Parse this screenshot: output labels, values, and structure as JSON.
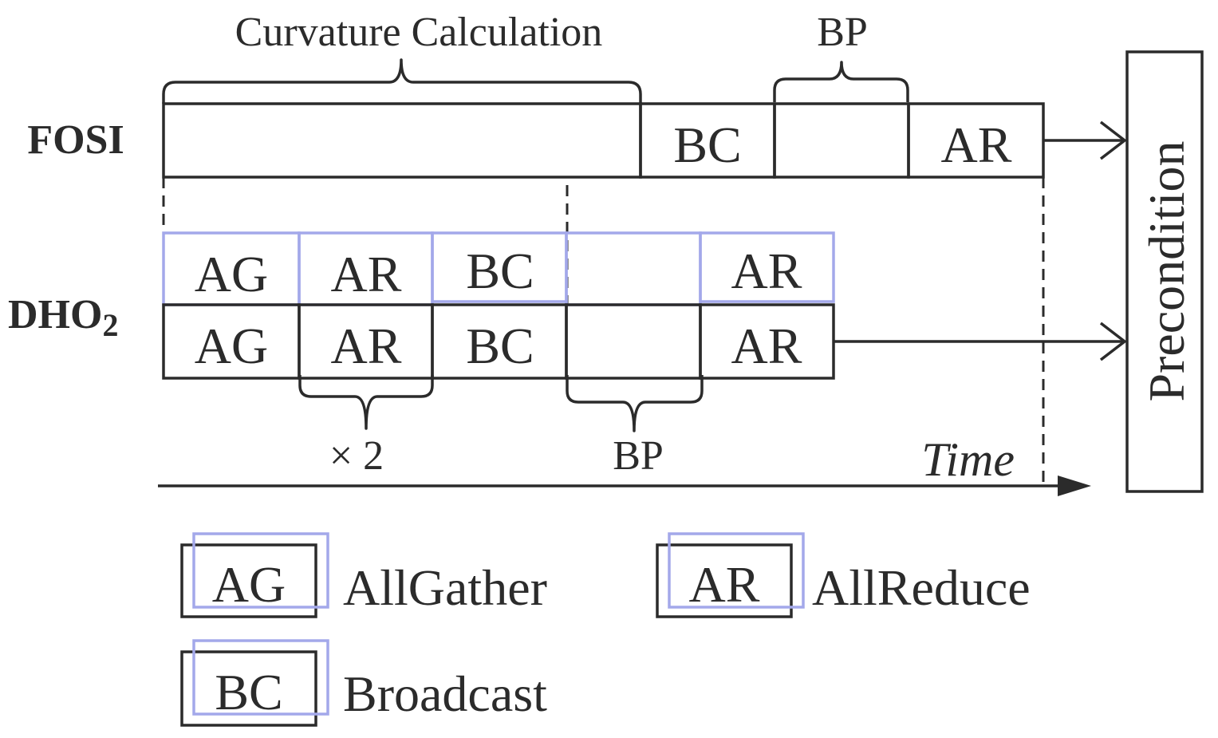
{
  "labels": {
    "curvature": "Curvature Calculation",
    "bp_top": "BP",
    "bp_bottom": "BP",
    "times2": "× 2",
    "time": "Time",
    "precondition": "Precondition"
  },
  "rows": {
    "fosi": {
      "name": "FOSI",
      "blocks": [
        "",
        "BC",
        "",
        "AR"
      ]
    },
    "dho2": {
      "name_main": "DHO",
      "name_sub": "2",
      "top_blocks": [
        "AG",
        "AR",
        "BC",
        "",
        "AR"
      ],
      "bottom_blocks": [
        "AG",
        "AR",
        "BC",
        "",
        "AR"
      ]
    }
  },
  "legend": [
    {
      "abbr": "AG",
      "text": "AllGather"
    },
    {
      "abbr": "AR",
      "text": "AllReduce"
    },
    {
      "abbr": "BC",
      "text": "Broadcast"
    }
  ],
  "colors": {
    "ink": "#2b2b2b",
    "accent": "#a3a8ea"
  }
}
